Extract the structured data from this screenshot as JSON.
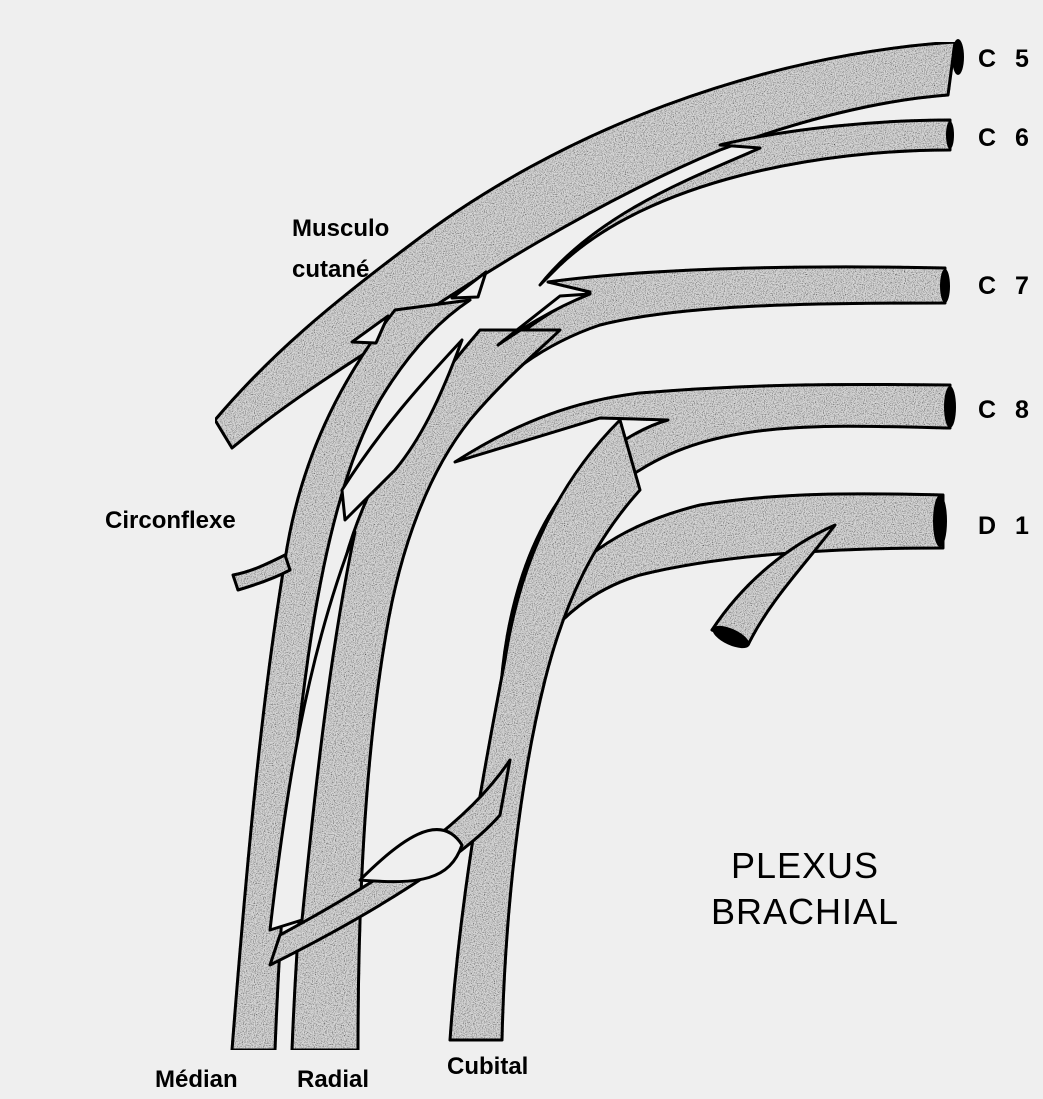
{
  "diagram": {
    "title_line1": "PLEXUS",
    "title_line2": "BRACHIAL",
    "roots": {
      "c5": "C 5",
      "c6": "C 6",
      "c7": "C 7",
      "c8": "C 8",
      "d1": "D 1"
    },
    "branches": {
      "musculo_cutane_line1": "Musculo",
      "musculo_cutane_line2": "cutané",
      "circonflexe": "Circonflexe",
      "median": "Médian",
      "radial": "Radial",
      "cubital": "Cubital"
    },
    "colors": {
      "background": "#efefef",
      "nerve_fill": "#d6d6d6",
      "outline": "#000000"
    }
  }
}
